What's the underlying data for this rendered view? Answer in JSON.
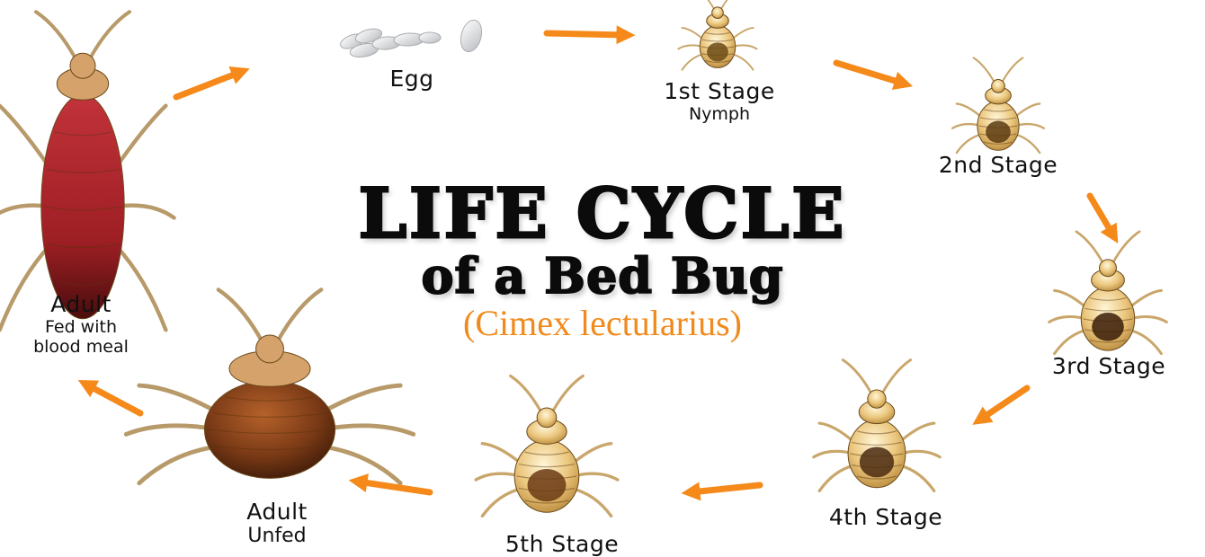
{
  "title": {
    "line1": "LIFE CYCLE",
    "line2": "of a Bed Bug",
    "line3": "(Cimex lectularius)"
  },
  "colors": {
    "arrow": "#f5891a",
    "subtitle": "#f08a1c",
    "nymph_body": "#e9c57e",
    "adult_unfed_body": "#7a3a16",
    "adult_fed_body": "#9e1f24"
  },
  "stages": [
    {
      "id": "egg",
      "label": "Egg",
      "sublabel": ""
    },
    {
      "id": "stage1",
      "label": "1st Stage",
      "sublabel": "Nymph"
    },
    {
      "id": "stage2",
      "label": "2nd Stage",
      "sublabel": ""
    },
    {
      "id": "stage3",
      "label": "3rd Stage",
      "sublabel": ""
    },
    {
      "id": "stage4",
      "label": "4th Stage",
      "sublabel": ""
    },
    {
      "id": "stage5",
      "label": "5th Stage",
      "sublabel": ""
    },
    {
      "id": "adult_unfed",
      "label": "Adult",
      "sublabel": "Unfed"
    },
    {
      "id": "adult_fed",
      "label": "Adult",
      "sublabel": "Fed with",
      "sublabel2": "blood meal"
    }
  ]
}
